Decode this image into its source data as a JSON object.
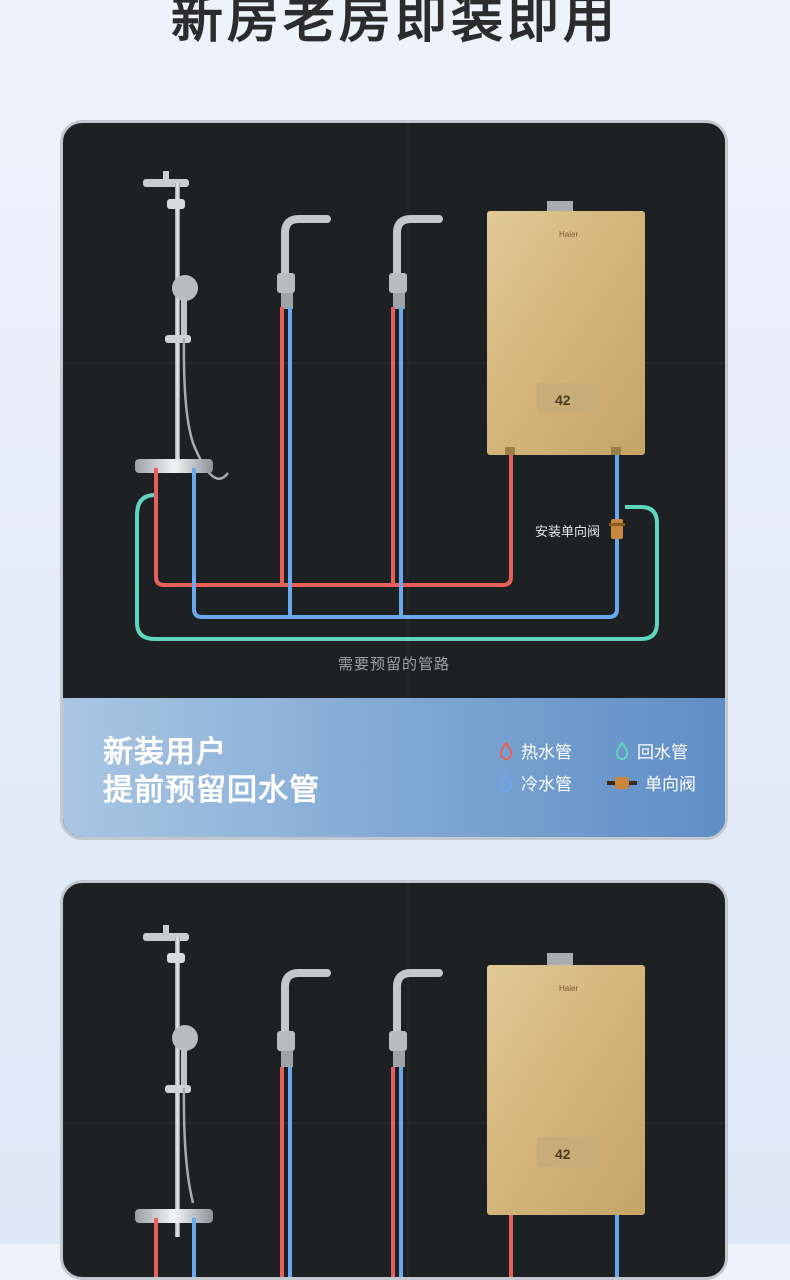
{
  "page_title": "新房老房即装即用",
  "card1": {
    "heater_brand": "Haier",
    "heater_display": "42",
    "valve_label": "安装单向阀",
    "pipe_caption": "需要预留的管路",
    "heading_line1": "新装用户",
    "heading_line2": "提前预留回水管",
    "legend": [
      {
        "icon": "hot-water-drop-icon",
        "label": "热水管",
        "color": "#e8605a"
      },
      {
        "icon": "return-water-drop-icon",
        "label": "回水管",
        "color": "#5fd6bd"
      },
      {
        "icon": "cold-water-drop-icon",
        "label": "冷水管",
        "color": "#6aa8ee"
      },
      {
        "icon": "check-valve-icon",
        "label": "单向阀",
        "color": "#c8873f"
      }
    ]
  },
  "card2": {
    "heater_brand": "Haier",
    "heater_display": "42"
  },
  "colors": {
    "hot_pipe": "#e8605a",
    "cold_pipe": "#6aa8ee",
    "return_pipe": "#5fd6bd",
    "heater_gold": "#d9bd86",
    "panel_blue": "#7da6d3"
  }
}
